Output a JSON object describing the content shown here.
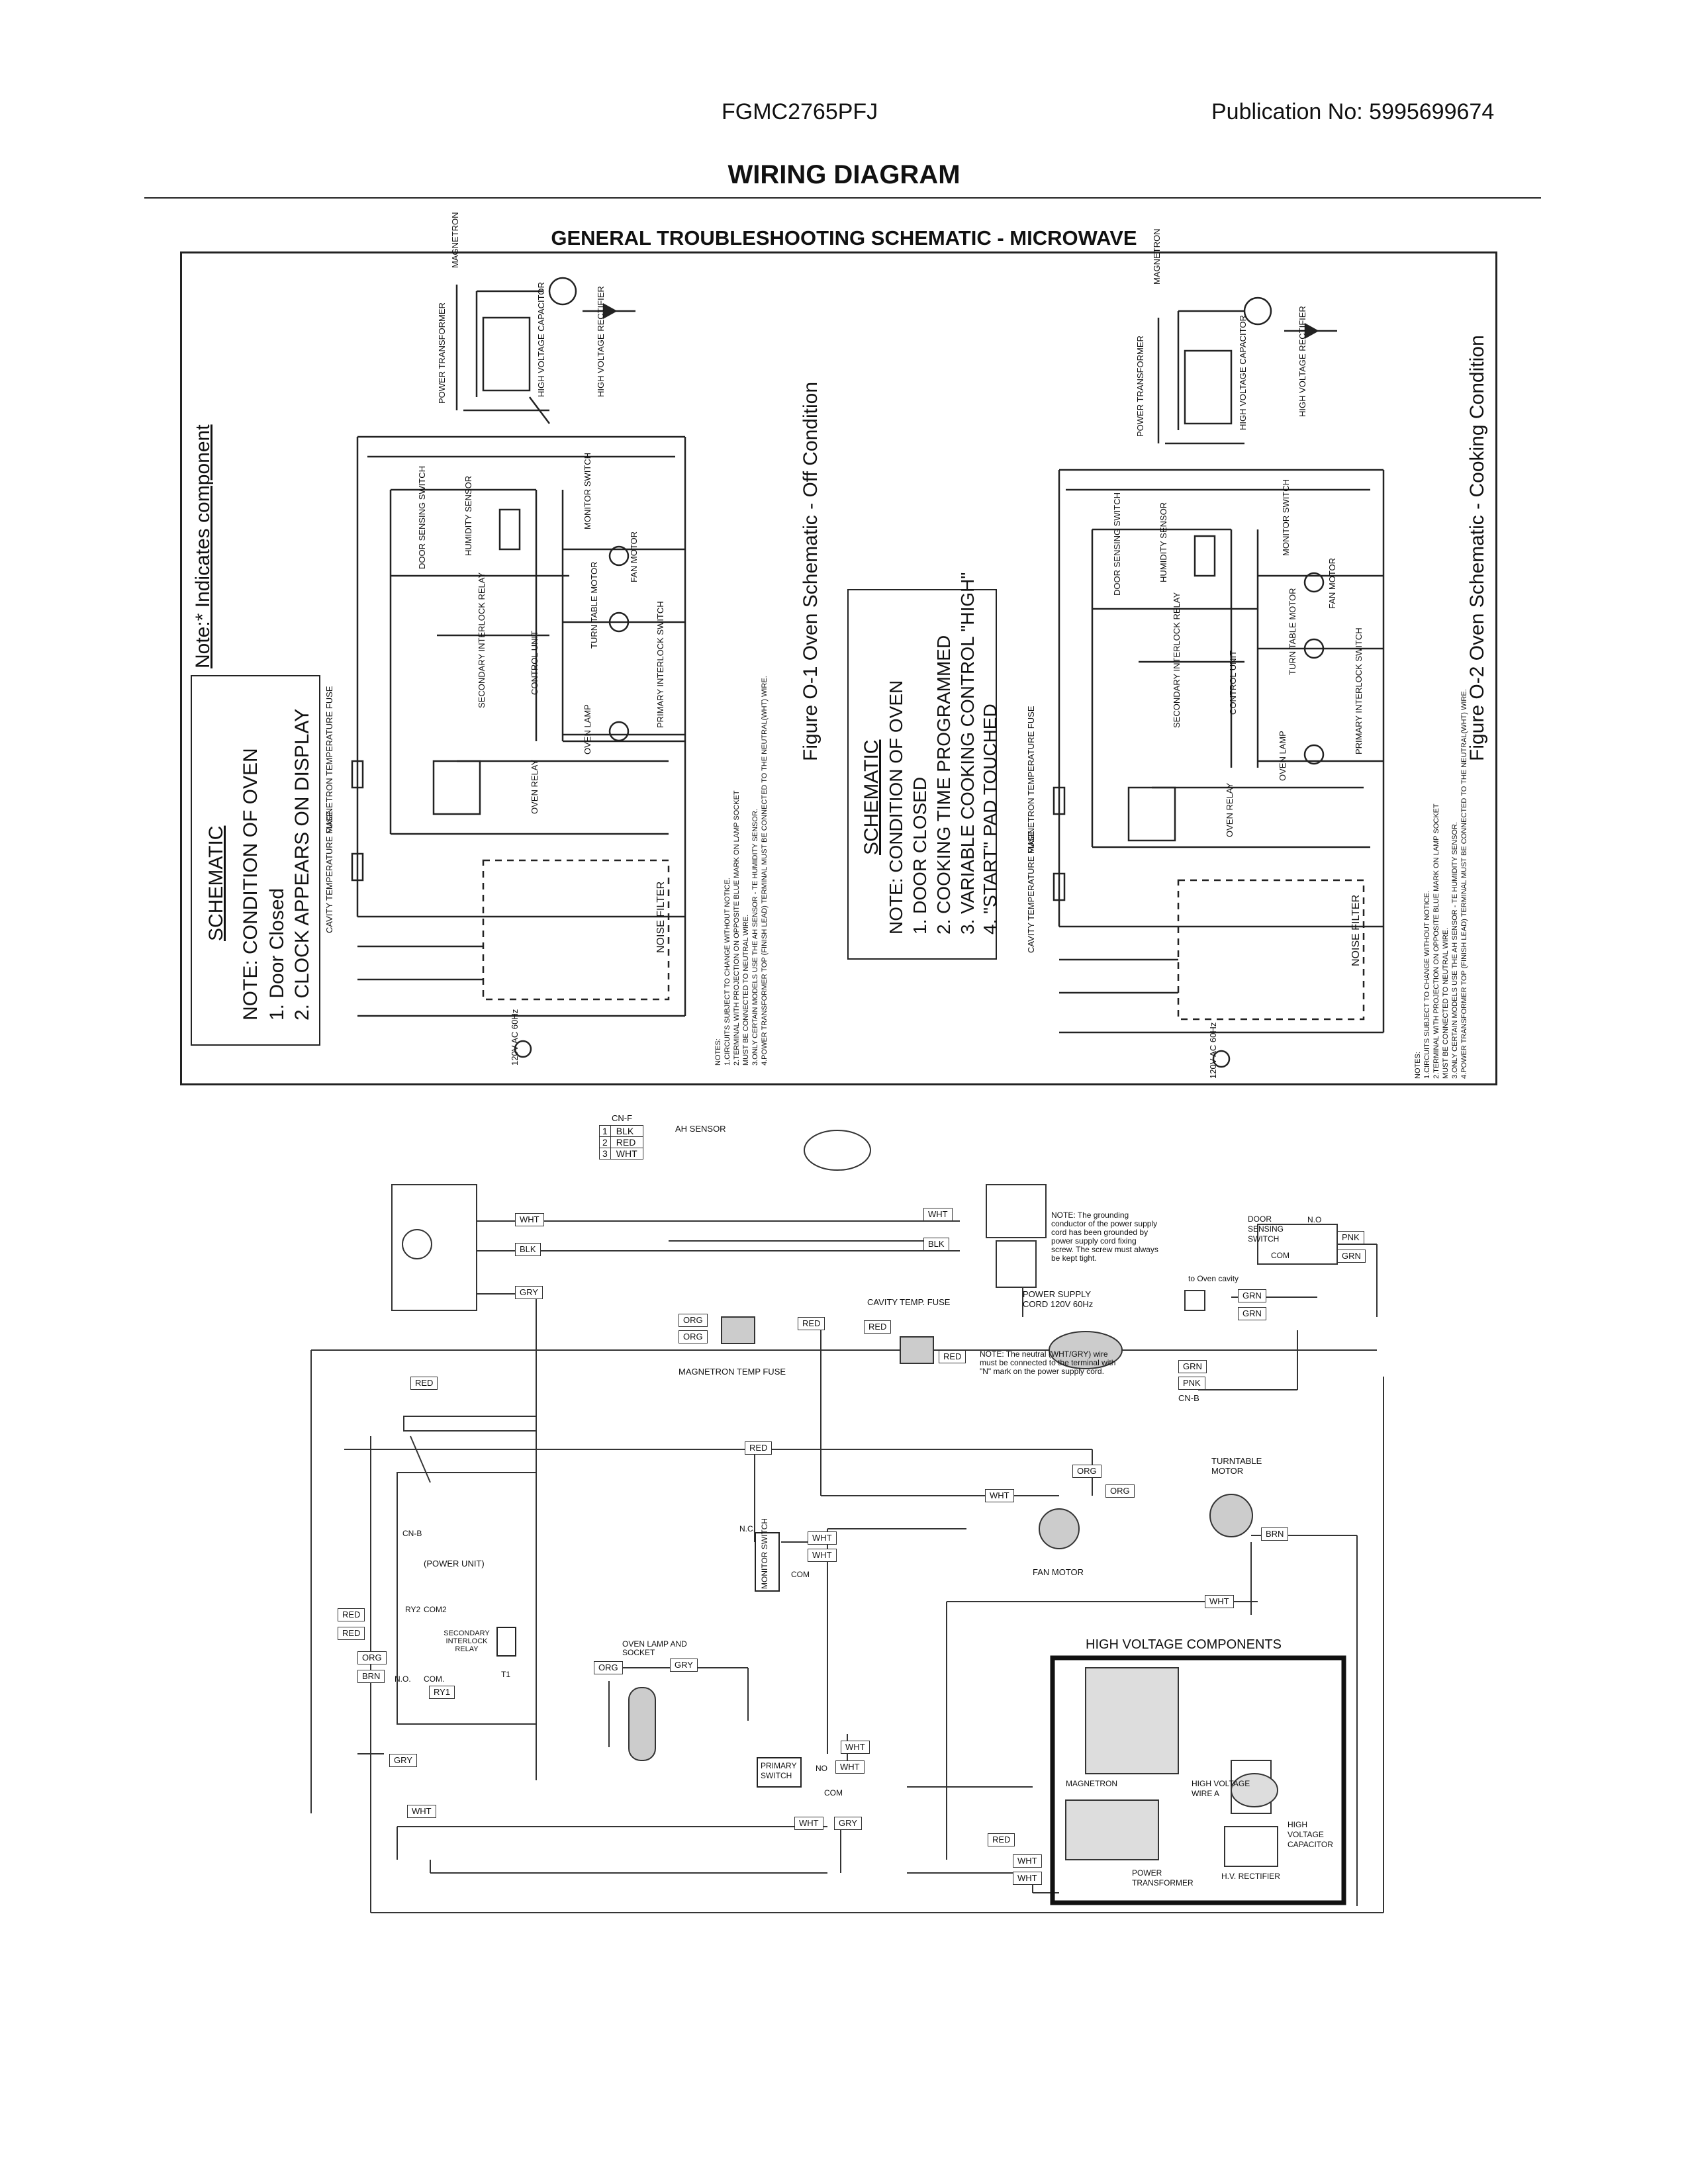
{
  "header": {
    "model": "FGMC2765PFJ",
    "publication": "Publication No:  5995699674",
    "title": "WIRING DIAGRAM"
  },
  "schematic_title": "GENERAL TROUBLESHOOTING SCHEMATIC - MICROWAVE",
  "note": "Note:* Indicates component",
  "panel1": {
    "heading": "SCHEMATIC",
    "lines": [
      "NOTE: CONDITION OF OVEN",
      "1. Door Closed",
      "2. CLOCK APPEARS ON DISPLAY"
    ],
    "caption": "Figure O-1 Oven Schematic - Off  Condition"
  },
  "panel2": {
    "heading": "SCHEMATIC",
    "lines": [
      "NOTE: CONDITION OF OVEN",
      "1. DOOR CLOSED",
      "2. COOKING TIME PROGRAMMED",
      "3. VARIABLE COOKING CONTROL \"HIGH\"",
      "4. \"START\" PAD TOUCHED"
    ],
    "caption": "Figure O-2 Oven Schematic - Cooking Condition"
  },
  "schem_labels": {
    "magnetron": "MAGNETRON",
    "power_transformer": "POWER TRANSFORMER",
    "hv_capacitor": "HIGH VOLTAGE CAPACITOR",
    "hv_rectifier": "HIGH VOLTAGE RECTIFIER",
    "monitor_switch": "MONITOR SWITCH",
    "humidity_sensor": "HUMIDITY SENSOR",
    "door_sensing": "DOOR SENSING SWITCH",
    "fan_motor": "FAN MOTOR",
    "turntable_motor": "TURN TABLE MOTOR",
    "control_unit": "CONTROL UNIT",
    "secondary_relay": "SECONDARY INTERLOCK RELAY",
    "oven_lamp": "OVEN LAMP",
    "primary_interlock": "PRIMARY INTERLOCK SWITCH",
    "oven_relay": "OVEN RELAY",
    "mag_fuse": "MAGNETRON TEMPERATURE FUSE",
    "cav_fuse": "CAVITY TEMPERATURE FUSE",
    "noise_filter": "NOISE FILTER",
    "power_in": "120V AC 60Hz",
    "notes": [
      "NOTES:",
      "1.CIRCUITS SUBJECT TO CHANGE WITHOUT NOTICE.",
      "2.TERMINAL WITH PROJECTION ON OPPOSITE BLUE MARK ON LAMP SOCKET",
      "MUST BE CONNECTED TO NEUTRAL WIRE.",
      "3.ONLY CERTAIN MODELS USE THE AH SENSOR - TE HUMIDITY SENSOR.",
      "4.POWER TRANSFORMER TOP (FINISH LEAD) TERMINAL MUST BE CONNECTED TO THE NEUTRAL(WHT) WIRE."
    ]
  },
  "pictorial": {
    "cnf": {
      "title": "CN-F",
      "rows": [
        {
          "n": "1",
          "c": "BLK"
        },
        {
          "n": "2",
          "c": "RED"
        },
        {
          "n": "3",
          "c": "WHT"
        }
      ],
      "sensor": "AH SENSOR"
    },
    "wires": {
      "wht": "WHT",
      "blk": "BLK",
      "gry": "GRY",
      "red": "RED",
      "org": "ORG",
      "brn": "BRN",
      "grn": "GRN",
      "pnk": "PNK"
    },
    "magnetron_fuse": "MAGNETRON TEMP FUSE",
    "cavity_fuse": "CAVITY TEMP. FUSE",
    "power_supply": "POWER SUPPLY CORD 120V 60Hz",
    "note1": "NOTE: The grounding conductor of the power supply cord has been grounded by power supply cord fixing screw. The screw must always be kept tight.",
    "note2": "NOTE: The neutral (WHT/GRY) wire must be connected to the terminal with \"N\" mark on the power supply cord.",
    "door_switch": "DOOR SENSING SWITCH",
    "no": "N.O",
    "com": "COM",
    "to_cavity": "to Oven cavity",
    "cnb": "CN-B",
    "turntable": "TURNTABLE MOTOR",
    "fan_motor": "FAN MOTOR",
    "nc": "N.C.",
    "monitor_switch": "MONITOR SWITCH",
    "power_unit": "(POWER UNIT)",
    "cnb2": "CN-B",
    "ry2": "RY2",
    "com2": "COM2",
    "sec_relay": "SECONDARY INTERLOCK RELAY",
    "t1": "T1",
    "no2": "N.O.",
    "com3": "COM.",
    "ry1": "RY1",
    "oven_lamp": "OVEN LAMP AND SOCKET",
    "primary_switch": "PRIMARY SWITCH",
    "no3": "NO",
    "hv_title": "HIGH VOLTAGE COMPONENTS",
    "magnetron": "MAGNETRON",
    "hv_wire": "HIGH VOLTAGE WIRE A",
    "hv_cap": "HIGH VOLTAGE CAPACITOR",
    "hv_rect": "H.V. RECTIFIER",
    "transformer": "POWER TRANSFORMER"
  }
}
